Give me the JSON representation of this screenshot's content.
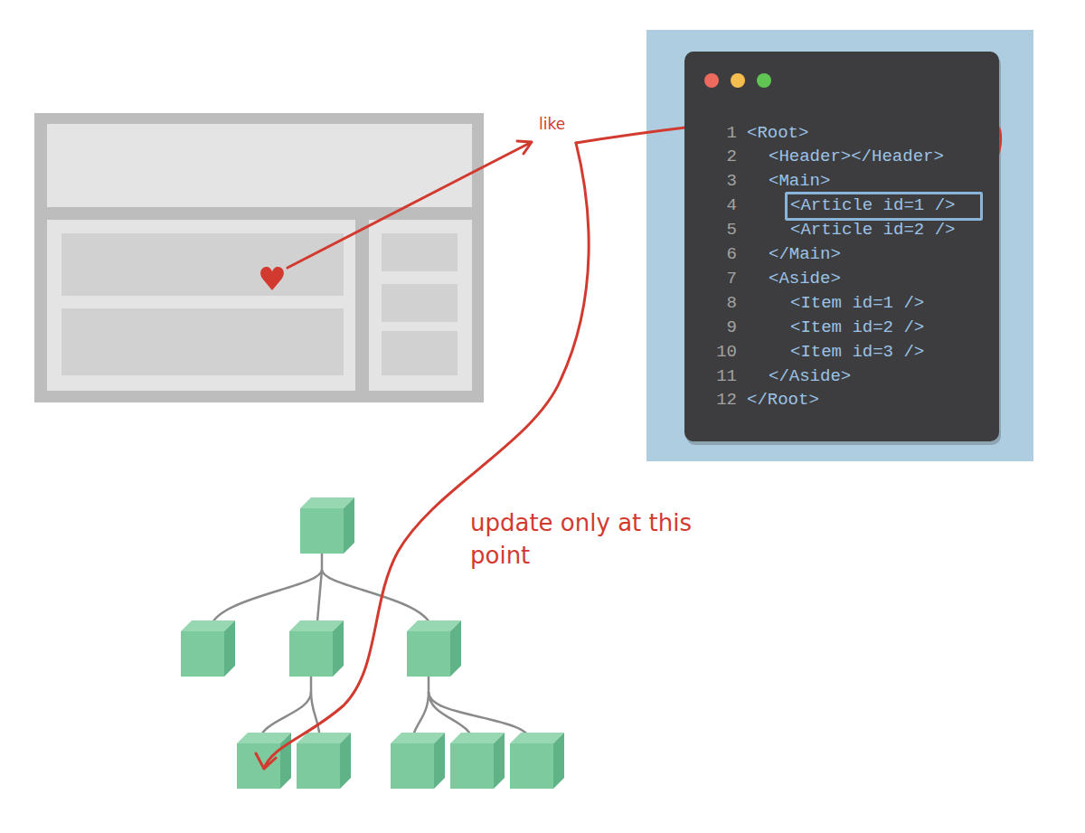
{
  "diagram": {
    "nodes": [
      {
        "text": [
          "<Root>",
          "<Header></Header>",
          "<Main>",
          "<Article id=2 />",
          "</Main>",
          "<Aside>",
          "<Item id=1 />",
          "<Item id=2 />",
          "<Item id=3 />",
          "</Aside>",
          "</Root>"
        ]
      },
      {
        "text": [
          "<Article id=1 />"
        ],
        "in": 0
      }
    ],
    "labels": [
      "like",
      "1",
      "2",
      "3",
      "4",
      "5",
      "6",
      "7",
      "8",
      "9",
      "10",
      "11",
      "12",
      "update only at this point"
    ]
  }
}
